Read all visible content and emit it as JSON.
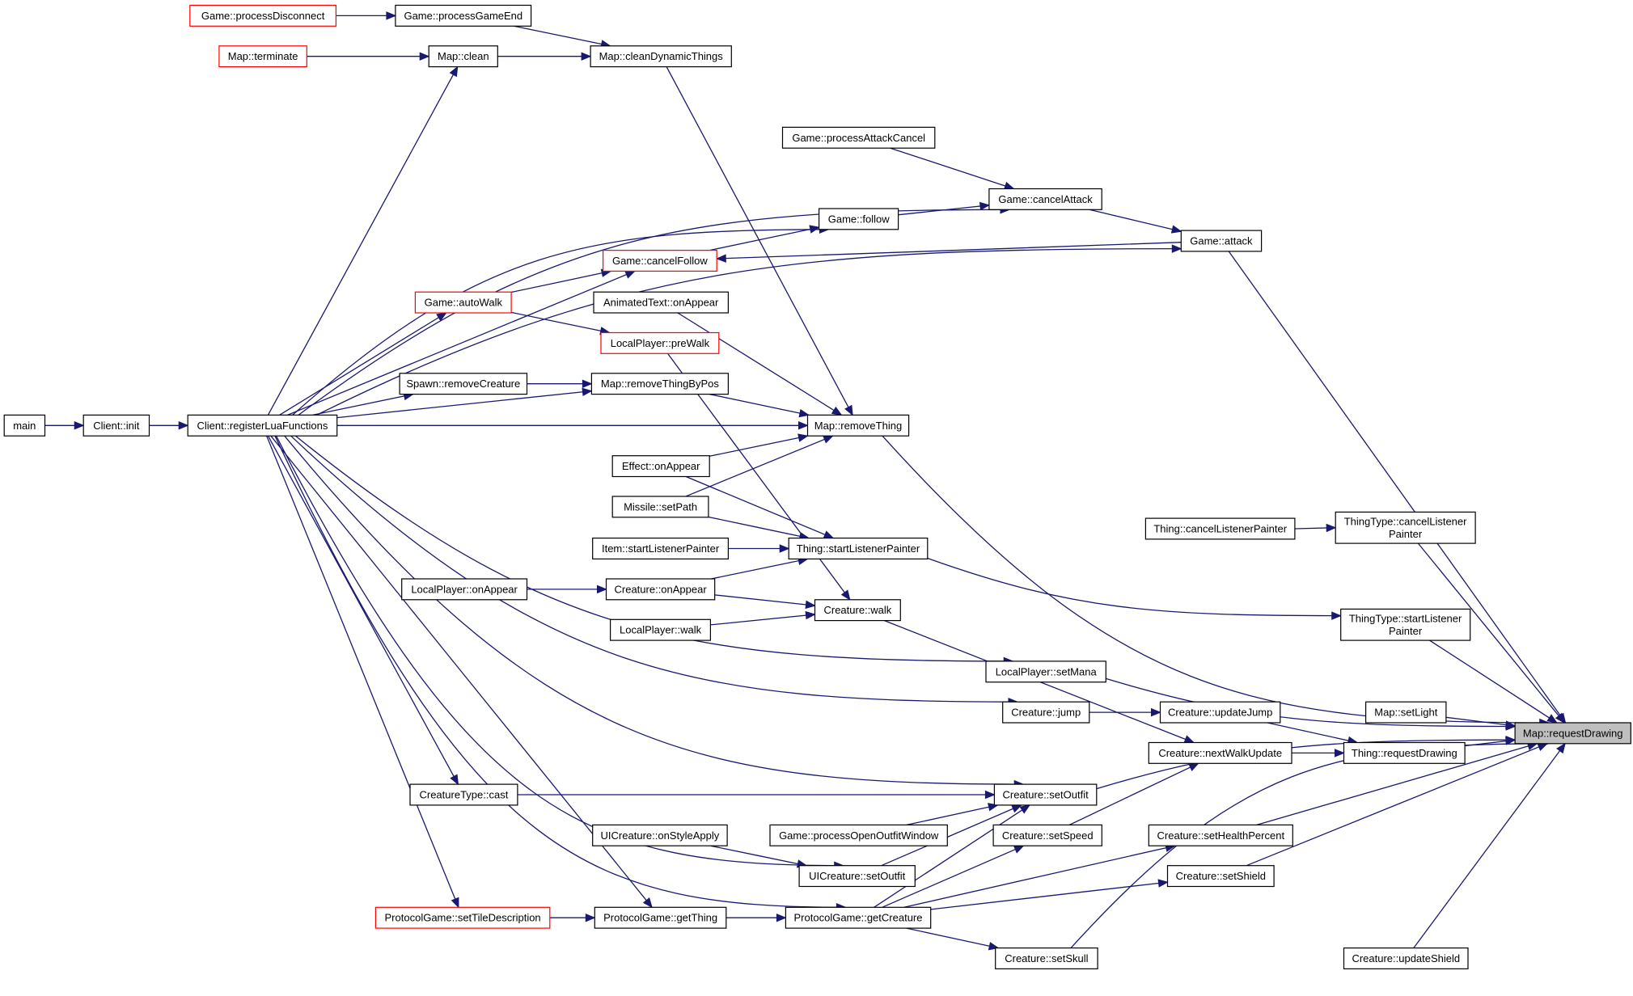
{
  "nodes": [
    {
      "id": "processDisconnect",
      "label": "Game::processDisconnect",
      "red": true
    },
    {
      "id": "processGameEnd",
      "label": "Game::processGameEnd"
    },
    {
      "id": "terminate",
      "label": "Map::terminate",
      "red": true
    },
    {
      "id": "mapClean",
      "label": "Map::clean"
    },
    {
      "id": "cleanDynamic",
      "label": "Map::cleanDynamicThings"
    },
    {
      "id": "attackCancel",
      "label": "Game::processAttackCancel"
    },
    {
      "id": "cancelAttack",
      "label": "Game::cancelAttack"
    },
    {
      "id": "follow",
      "label": "Game::follow"
    },
    {
      "id": "attack",
      "label": "Game::attack"
    },
    {
      "id": "cancelFollow",
      "label": "Game::cancelFollow",
      "red": true
    },
    {
      "id": "autoWalk",
      "label": "Game::autoWalk",
      "red": true
    },
    {
      "id": "animText",
      "label": "AnimatedText::onAppear"
    },
    {
      "id": "preWalk",
      "label": "LocalPlayer::preWalk",
      "red": true
    },
    {
      "id": "spawnRemove",
      "label": "Spawn::removeCreature"
    },
    {
      "id": "removeByPos",
      "label": "Map::removeThingByPos"
    },
    {
      "id": "main",
      "label": "main"
    },
    {
      "id": "clientInit",
      "label": "Client::init"
    },
    {
      "id": "registerLua",
      "label": "Client::registerLuaFunctions"
    },
    {
      "id": "removeThing",
      "label": "Map::removeThing"
    },
    {
      "id": "effectAppear",
      "label": "Effect::onAppear"
    },
    {
      "id": "missilePath",
      "label": "Missile::setPath"
    },
    {
      "id": "thingCancelLP",
      "label": "Thing::cancelListenerPainter"
    },
    {
      "id": "ttCancelLP",
      "label": [
        "ThingType::cancelListener",
        "Painter"
      ]
    },
    {
      "id": "itemStartLP",
      "label": "Item::startListenerPainter"
    },
    {
      "id": "thingStartLP",
      "label": "Thing::startListenerPainter"
    },
    {
      "id": "lpOnAppear",
      "label": "LocalPlayer::onAppear"
    },
    {
      "id": "creatureOnAppear",
      "label": "Creature::onAppear"
    },
    {
      "id": "creatureWalk",
      "label": "Creature::walk"
    },
    {
      "id": "ttStartLP",
      "label": [
        "ThingType::startListener",
        "Painter"
      ]
    },
    {
      "id": "lpWalk",
      "label": "LocalPlayer::walk"
    },
    {
      "id": "setMana",
      "label": "LocalPlayer::setMana"
    },
    {
      "id": "jump",
      "label": "Creature::jump"
    },
    {
      "id": "updateJump",
      "label": "Creature::updateJump"
    },
    {
      "id": "setLight",
      "label": "Map::setLight"
    },
    {
      "id": "requestDrawing",
      "label": "Map::requestDrawing",
      "root": true
    },
    {
      "id": "nextWalk",
      "label": "Creature::nextWalkUpdate"
    },
    {
      "id": "thingRequest",
      "label": "Thing::requestDrawing"
    },
    {
      "id": "ctCast",
      "label": "CreatureType::cast"
    },
    {
      "id": "setOutfit",
      "label": "Creature::setOutfit"
    },
    {
      "id": "uiStyle",
      "label": "UICreature::onStyleApply"
    },
    {
      "id": "openOutfit",
      "label": "Game::processOpenOutfitWindow"
    },
    {
      "id": "setSpeed",
      "label": "Creature::setSpeed"
    },
    {
      "id": "setHealth",
      "label": "Creature::setHealthPercent"
    },
    {
      "id": "uiSetOutfit",
      "label": "UICreature::setOutfit"
    },
    {
      "id": "setShield",
      "label": "Creature::setShield"
    },
    {
      "id": "tileDesc",
      "label": "ProtocolGame::setTileDescription",
      "red": true
    },
    {
      "id": "getThing",
      "label": "ProtocolGame::getThing"
    },
    {
      "id": "getCreature",
      "label": "ProtocolGame::getCreature"
    },
    {
      "id": "setSkull",
      "label": "Creature::setSkull"
    },
    {
      "id": "updateShield",
      "label": "Creature::updateShield"
    }
  ],
  "edges": [
    [
      "processDisconnect",
      "processGameEnd"
    ],
    [
      "processGameEnd",
      "cleanDynamic"
    ],
    [
      "terminate",
      "mapClean"
    ],
    [
      "mapClean",
      "cleanDynamic"
    ],
    [
      "registerLua",
      "mapClean"
    ],
    [
      "cleanDynamic",
      "removeThing"
    ],
    [
      "registerLua",
      "attack"
    ],
    [
      "attackCancel",
      "cancelAttack"
    ],
    [
      "registerLua",
      "cancelAttack"
    ],
    [
      "cancelAttack",
      "attack"
    ],
    [
      "registerLua",
      "follow"
    ],
    [
      "follow",
      "cancelAttack"
    ],
    [
      "cancelFollow",
      "follow"
    ],
    [
      "registerLua",
      "cancelFollow"
    ],
    [
      "attack",
      "cancelFollow"
    ],
    [
      "autoWalk",
      "cancelFollow"
    ],
    [
      "registerLua",
      "autoWalk"
    ],
    [
      "autoWalk",
      "preWalk"
    ],
    [
      "registerLua",
      "removeByPos"
    ],
    [
      "spawnRemove",
      "removeByPos"
    ],
    [
      "registerLua",
      "spawnRemove"
    ],
    [
      "main",
      "clientInit"
    ],
    [
      "clientInit",
      "registerLua"
    ],
    [
      "registerLua",
      "removeThing"
    ],
    [
      "animText",
      "removeThing"
    ],
    [
      "removeByPos",
      "removeThing"
    ],
    [
      "effectAppear",
      "removeThing"
    ],
    [
      "missilePath",
      "removeThing"
    ],
    [
      "effectAppear",
      "thingStartLP"
    ],
    [
      "missilePath",
      "thingStartLP"
    ],
    [
      "itemStartLP",
      "thingStartLP"
    ],
    [
      "creatureOnAppear",
      "thingStartLP"
    ],
    [
      "lpOnAppear",
      "creatureOnAppear"
    ],
    [
      "creatureOnAppear",
      "creatureWalk"
    ],
    [
      "preWalk",
      "creatureWalk"
    ],
    [
      "lpWalk",
      "creatureWalk"
    ],
    [
      "thingCancelLP",
      "ttCancelLP"
    ],
    [
      "registerLua",
      "setMana"
    ],
    [
      "registerLua",
      "jump"
    ],
    [
      "jump",
      "updateJump"
    ],
    [
      "nextWalk",
      "thingRequest"
    ],
    [
      "creatureWalk",
      "nextWalk"
    ],
    [
      "updateJump",
      "thingRequest"
    ],
    [
      "setSpeed",
      "nextWalk"
    ],
    [
      "registerLua",
      "setOutfit"
    ],
    [
      "registerLua",
      "ctCast"
    ],
    [
      "ctCast",
      "setOutfit"
    ],
    [
      "openOutfit",
      "setOutfit"
    ],
    [
      "uiSetOutfit",
      "setOutfit"
    ],
    [
      "getCreature",
      "setOutfit"
    ],
    [
      "registerLua",
      "uiSetOutfit"
    ],
    [
      "uiStyle",
      "uiSetOutfit"
    ],
    [
      "getCreature",
      "setSpeed"
    ],
    [
      "getCreature",
      "setHealth"
    ],
    [
      "getCreature",
      "setShield"
    ],
    [
      "getCreature",
      "setSkull"
    ],
    [
      "registerLua",
      "tileDesc"
    ],
    [
      "tileDesc",
      "getThing"
    ],
    [
      "registerLua",
      "getThing"
    ],
    [
      "getThing",
      "getCreature"
    ],
    [
      "registerLua",
      "getCreature"
    ],
    [
      "attack",
      "requestDrawing"
    ],
    [
      "removeThing",
      "requestDrawing"
    ],
    [
      "ttCancelLP",
      "requestDrawing"
    ],
    [
      "thingStartLP",
      "ttStartLP"
    ],
    [
      "ttStartLP",
      "requestDrawing"
    ],
    [
      "setMana",
      "requestDrawing"
    ],
    [
      "setLight",
      "requestDrawing"
    ],
    [
      "thingRequest",
      "requestDrawing"
    ],
    [
      "setOutfit",
      "requestDrawing"
    ],
    [
      "setHealth",
      "requestDrawing"
    ],
    [
      "setShield",
      "requestDrawing"
    ],
    [
      "setSkull",
      "requestDrawing"
    ],
    [
      "updateShield",
      "requestDrawing"
    ]
  ]
}
